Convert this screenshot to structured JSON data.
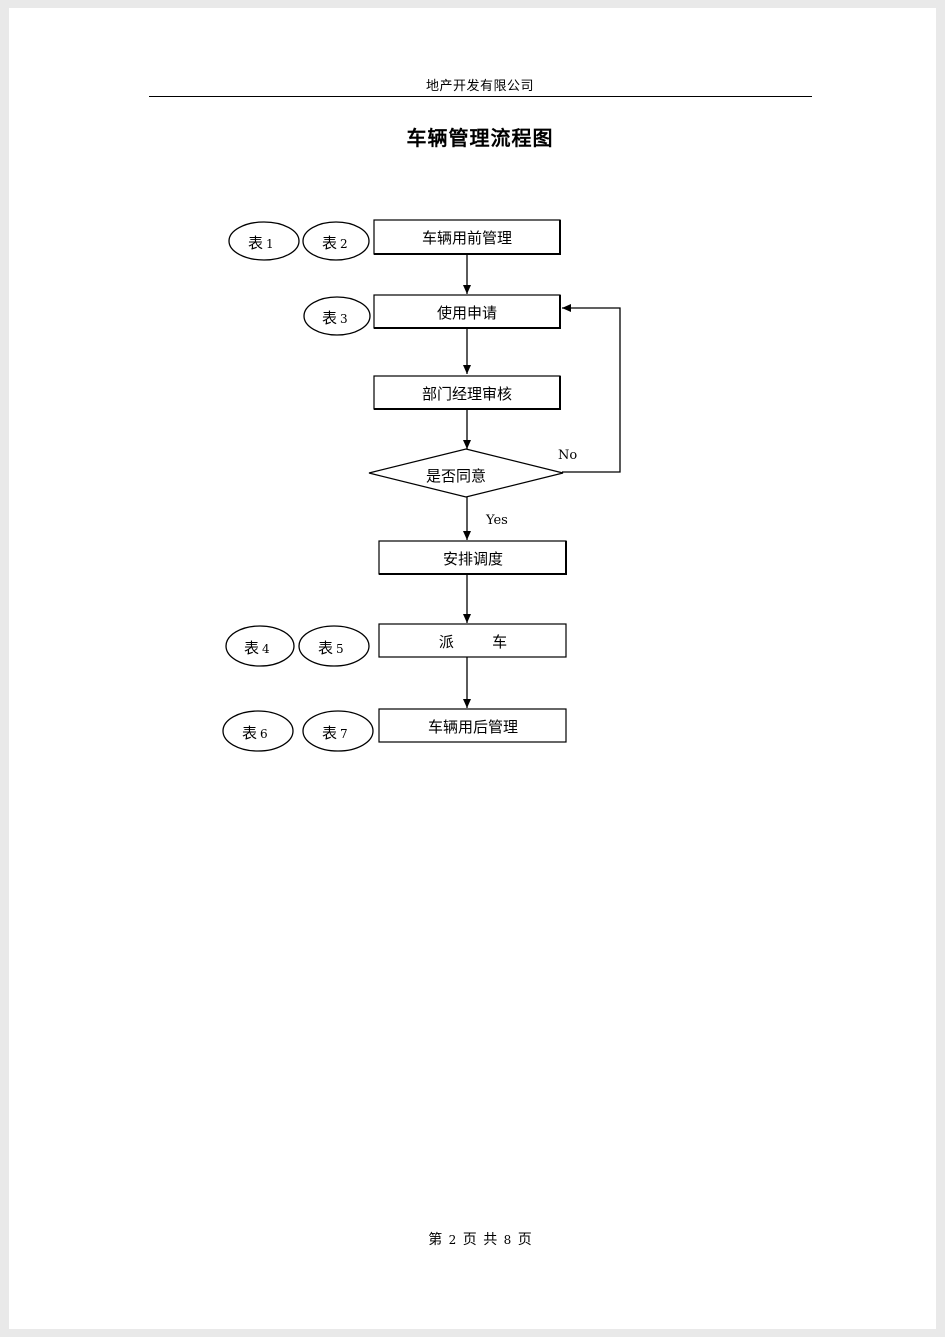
{
  "header": {
    "company": "地产开发有限公司"
  },
  "document": {
    "title": "车辆管理流程图"
  },
  "flowchart": {
    "steps": {
      "pre_use": "车辆用前管理",
      "apply": "使用申请",
      "review": "部门经理审核",
      "decision": "是否同意",
      "schedule": "安排调度",
      "dispatch": "派        车",
      "post_use": "车辆用后管理"
    },
    "branches": {
      "no": "No",
      "yes": "Yes"
    },
    "forms": {
      "prefix": "表",
      "f1": "1",
      "f2": "2",
      "f3": "3",
      "f4": "4",
      "f5": "5",
      "f6": "6",
      "f7": "7"
    }
  },
  "footer": {
    "prefix": "第",
    "current_page": "2",
    "mid": "页 共",
    "total_pages": "8",
    "suffix": "页"
  }
}
